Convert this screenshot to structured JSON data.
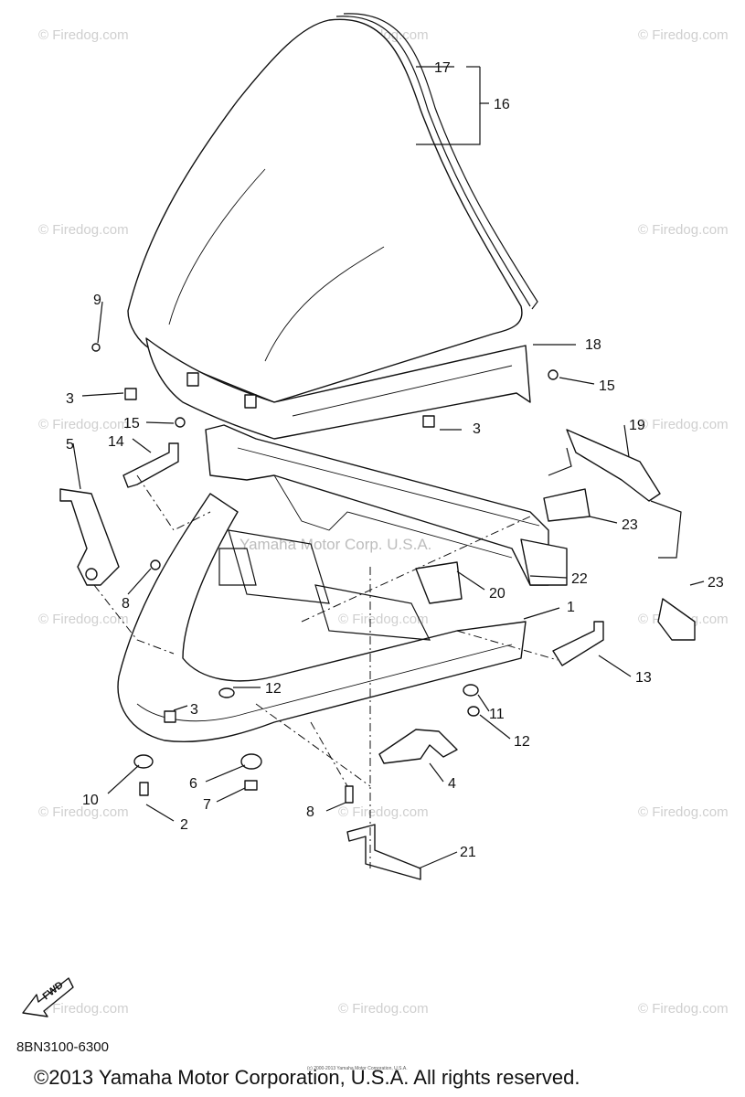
{
  "watermark": {
    "text": "© Firedog.com",
    "center_text": "Yamaha Motor Corp. U.S.A."
  },
  "callouts": {
    "c1": "1",
    "c2": "2",
    "c3a": "3",
    "c3b": "3",
    "c3c": "3",
    "c4": "4",
    "c5": "5",
    "c6": "6",
    "c7": "7",
    "c8a": "8",
    "c8b": "8",
    "c9": "9",
    "c10": "10",
    "c11": "11",
    "c12a": "12",
    "c12b": "12",
    "c13": "13",
    "c14": "14",
    "c15a": "15",
    "c15b": "15",
    "c16": "16",
    "c17": "17",
    "c18": "18",
    "c19": "19",
    "c20": "20",
    "c21": "21",
    "c22": "22",
    "c23a": "23",
    "c23b": "23"
  },
  "fwd_label": "FWD",
  "diagram_code": "8BN3100-6300",
  "copyright": "©2013 Yamaha Motor Corporation, U.S.A. All rights reserved.",
  "tiny_copyright": "(c) 2000-2013 Yamaha Motor Corporation, U.S.A."
}
